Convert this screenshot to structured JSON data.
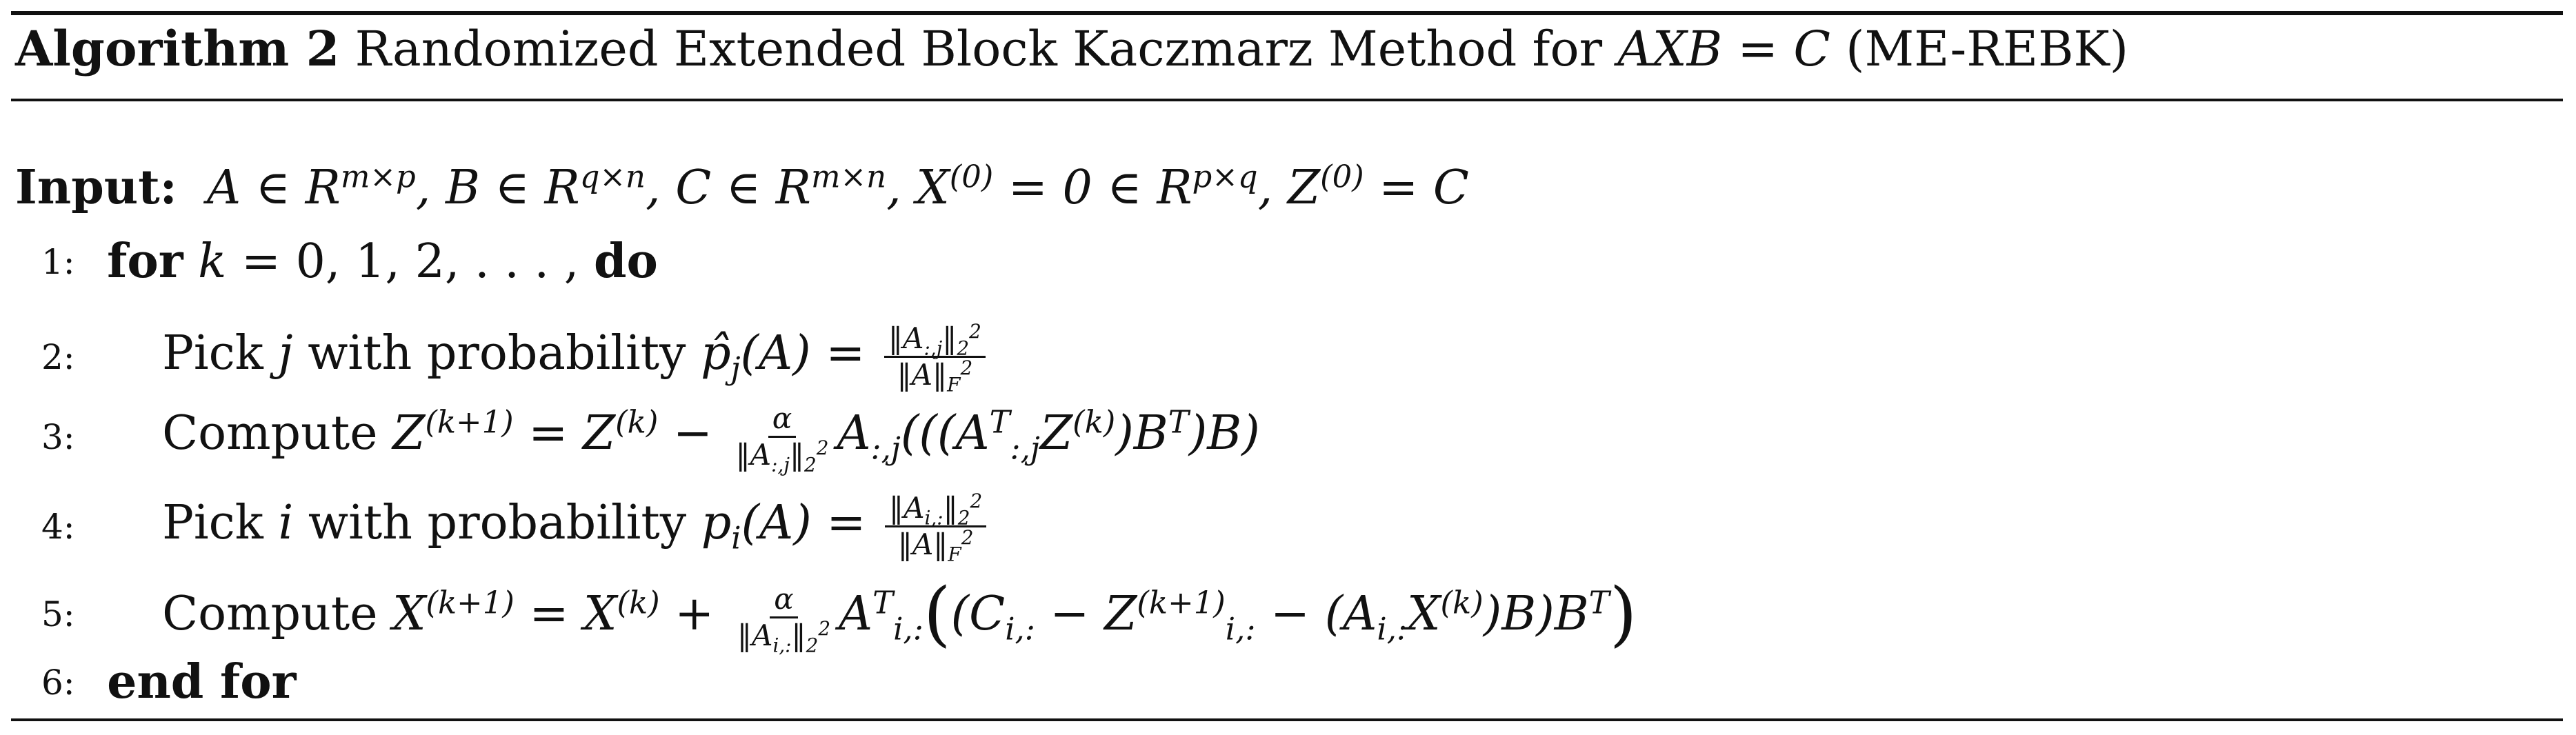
{
  "caption": {
    "label": "Algorithm 2",
    "title_prefix": "Randomized Extended Block Kaczmarz Method for",
    "equation": "AXB = C",
    "suffix": "(ME-REBK)"
  },
  "input": {
    "keyword": "Input:",
    "text": "A ∈ R^{m×p}, B ∈ R^{q×n}, C ∈ R^{m×n}, X^{(0)} = 0 ∈ R^{p×q}, Z^{(0)} = C"
  },
  "steps": [
    {
      "number": "1:",
      "text": "for k = 0, 1, 2, . . . , do"
    },
    {
      "number": "2:",
      "text": "Pick j with probability p̂_j(A) = ‖A_{:,j}‖_2^2 / ‖A‖_F^2"
    },
    {
      "number": "3:",
      "text": "Compute Z^{(k+1)} = Z^{(k)} − α/‖A_{:,j}‖_2^2 A_{:,j}(((A_{:,j}^T Z^{(k)}) B^T) B)"
    },
    {
      "number": "4:",
      "text": "Pick i with probability p_i(A) = ‖A_{i,:}‖_2^2 / ‖A‖_F^2"
    },
    {
      "number": "5:",
      "text": "Compute X^{(k+1)} = X^{(k)} + α/‖A_{i,:}‖_2^2 A_{i,:}^T((C_{i,:} − Z_{i,:}^{(k+1)} − (A_{i,:} X^{(k)}) B) B^T)"
    },
    {
      "number": "6:",
      "text": "end for"
    }
  ]
}
